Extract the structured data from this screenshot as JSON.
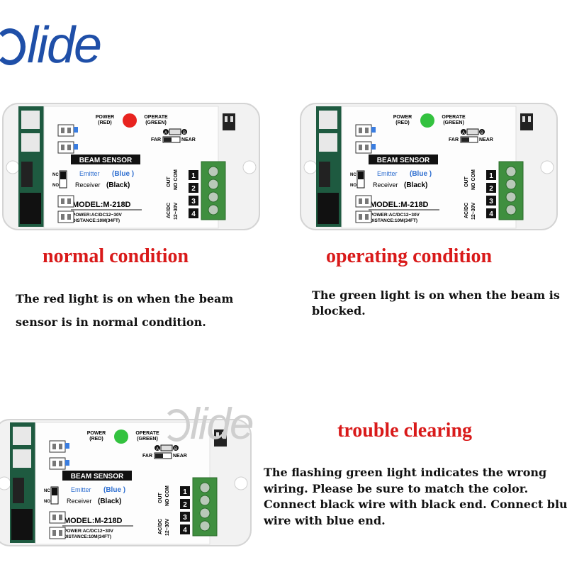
{
  "logo": {
    "text": "lide"
  },
  "watermark": {
    "text": "lide"
  },
  "device": {
    "power_label_1": "POWER",
    "power_label_2": "(RED)",
    "operate_label_1": "OPERATE",
    "operate_label_2": "(GREEN)",
    "far": "FAR",
    "near": "NEAR",
    "switch_a": "A",
    "switch_b": "B",
    "title": "BEAM SENSOR",
    "emitter": "Emitter",
    "emitter_color": "(Blue )",
    "receiver": "Receiver",
    "receiver_color": "(Black)",
    "model": "MODEL:M-218D",
    "power_spec": "POWER:AC/DC12~30V",
    "distance": "DISTANCE:10M(34FT)",
    "nc": "NC",
    "no": "NO",
    "out_label": "OUT",
    "nocom_label": "NO COM",
    "acdc_label": "AC/DC",
    "volt_label": "12~30V",
    "terminals": [
      "1",
      "2",
      "3",
      "4"
    ]
  },
  "panels": [
    {
      "led": "#e8231f",
      "heading": "normal condition",
      "lines": [
        "The red light is on when the beam",
        "sensor is  in normal condition."
      ]
    },
    {
      "led": "#33c23f",
      "heading": "operating condition",
      "lines": [
        "The green light is on when the beam is",
        "blocked."
      ]
    },
    {
      "led": "#33c23f",
      "heading": "trouble clearing",
      "lines": [
        "The flashing green light indicates the wrong",
        "wiring. Please be sure to match the color.",
        "Connect black wire with black end. Connect blue",
        "wire with blue end."
      ]
    }
  ],
  "colors": {
    "heading": "#d91a1a",
    "logo": "#1f4fa8",
    "emitter_text": "#2f6fd0",
    "terminal_block": "#3f8f3f"
  }
}
